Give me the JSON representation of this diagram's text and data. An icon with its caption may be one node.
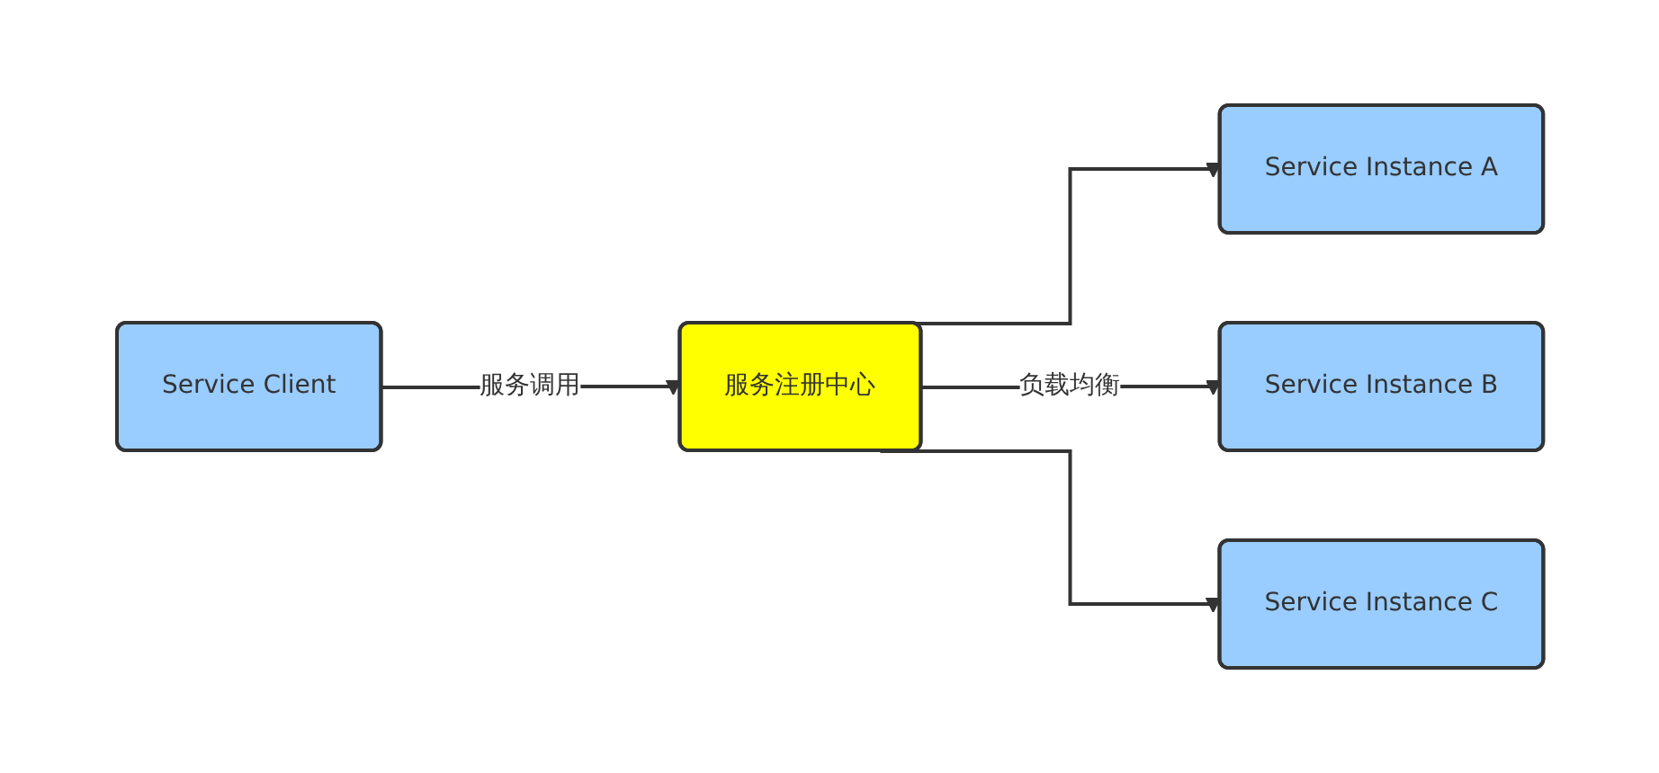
{
  "diagram": {
    "nodes": [
      {
        "text": [
          "Service Client"
        ]
      },
      {
        "text": [
          "服务注册中心"
        ]
      },
      {
        "text": [
          "Service Instance A"
        ]
      },
      {
        "text": [
          "Service Instance B"
        ]
      },
      {
        "text": [
          "Service Instance C"
        ]
      }
    ],
    "edges": [
      {
        "from": 0,
        "to": 1,
        "arrow": "to",
        "label": "服务调用"
      },
      {
        "from": 1,
        "to": 2,
        "arrow": "to"
      },
      {
        "from": 1,
        "to": 3,
        "arrow": "to",
        "label": "负载均衡"
      },
      {
        "from": 1,
        "to": 4,
        "arrow": "to"
      }
    ]
  }
}
